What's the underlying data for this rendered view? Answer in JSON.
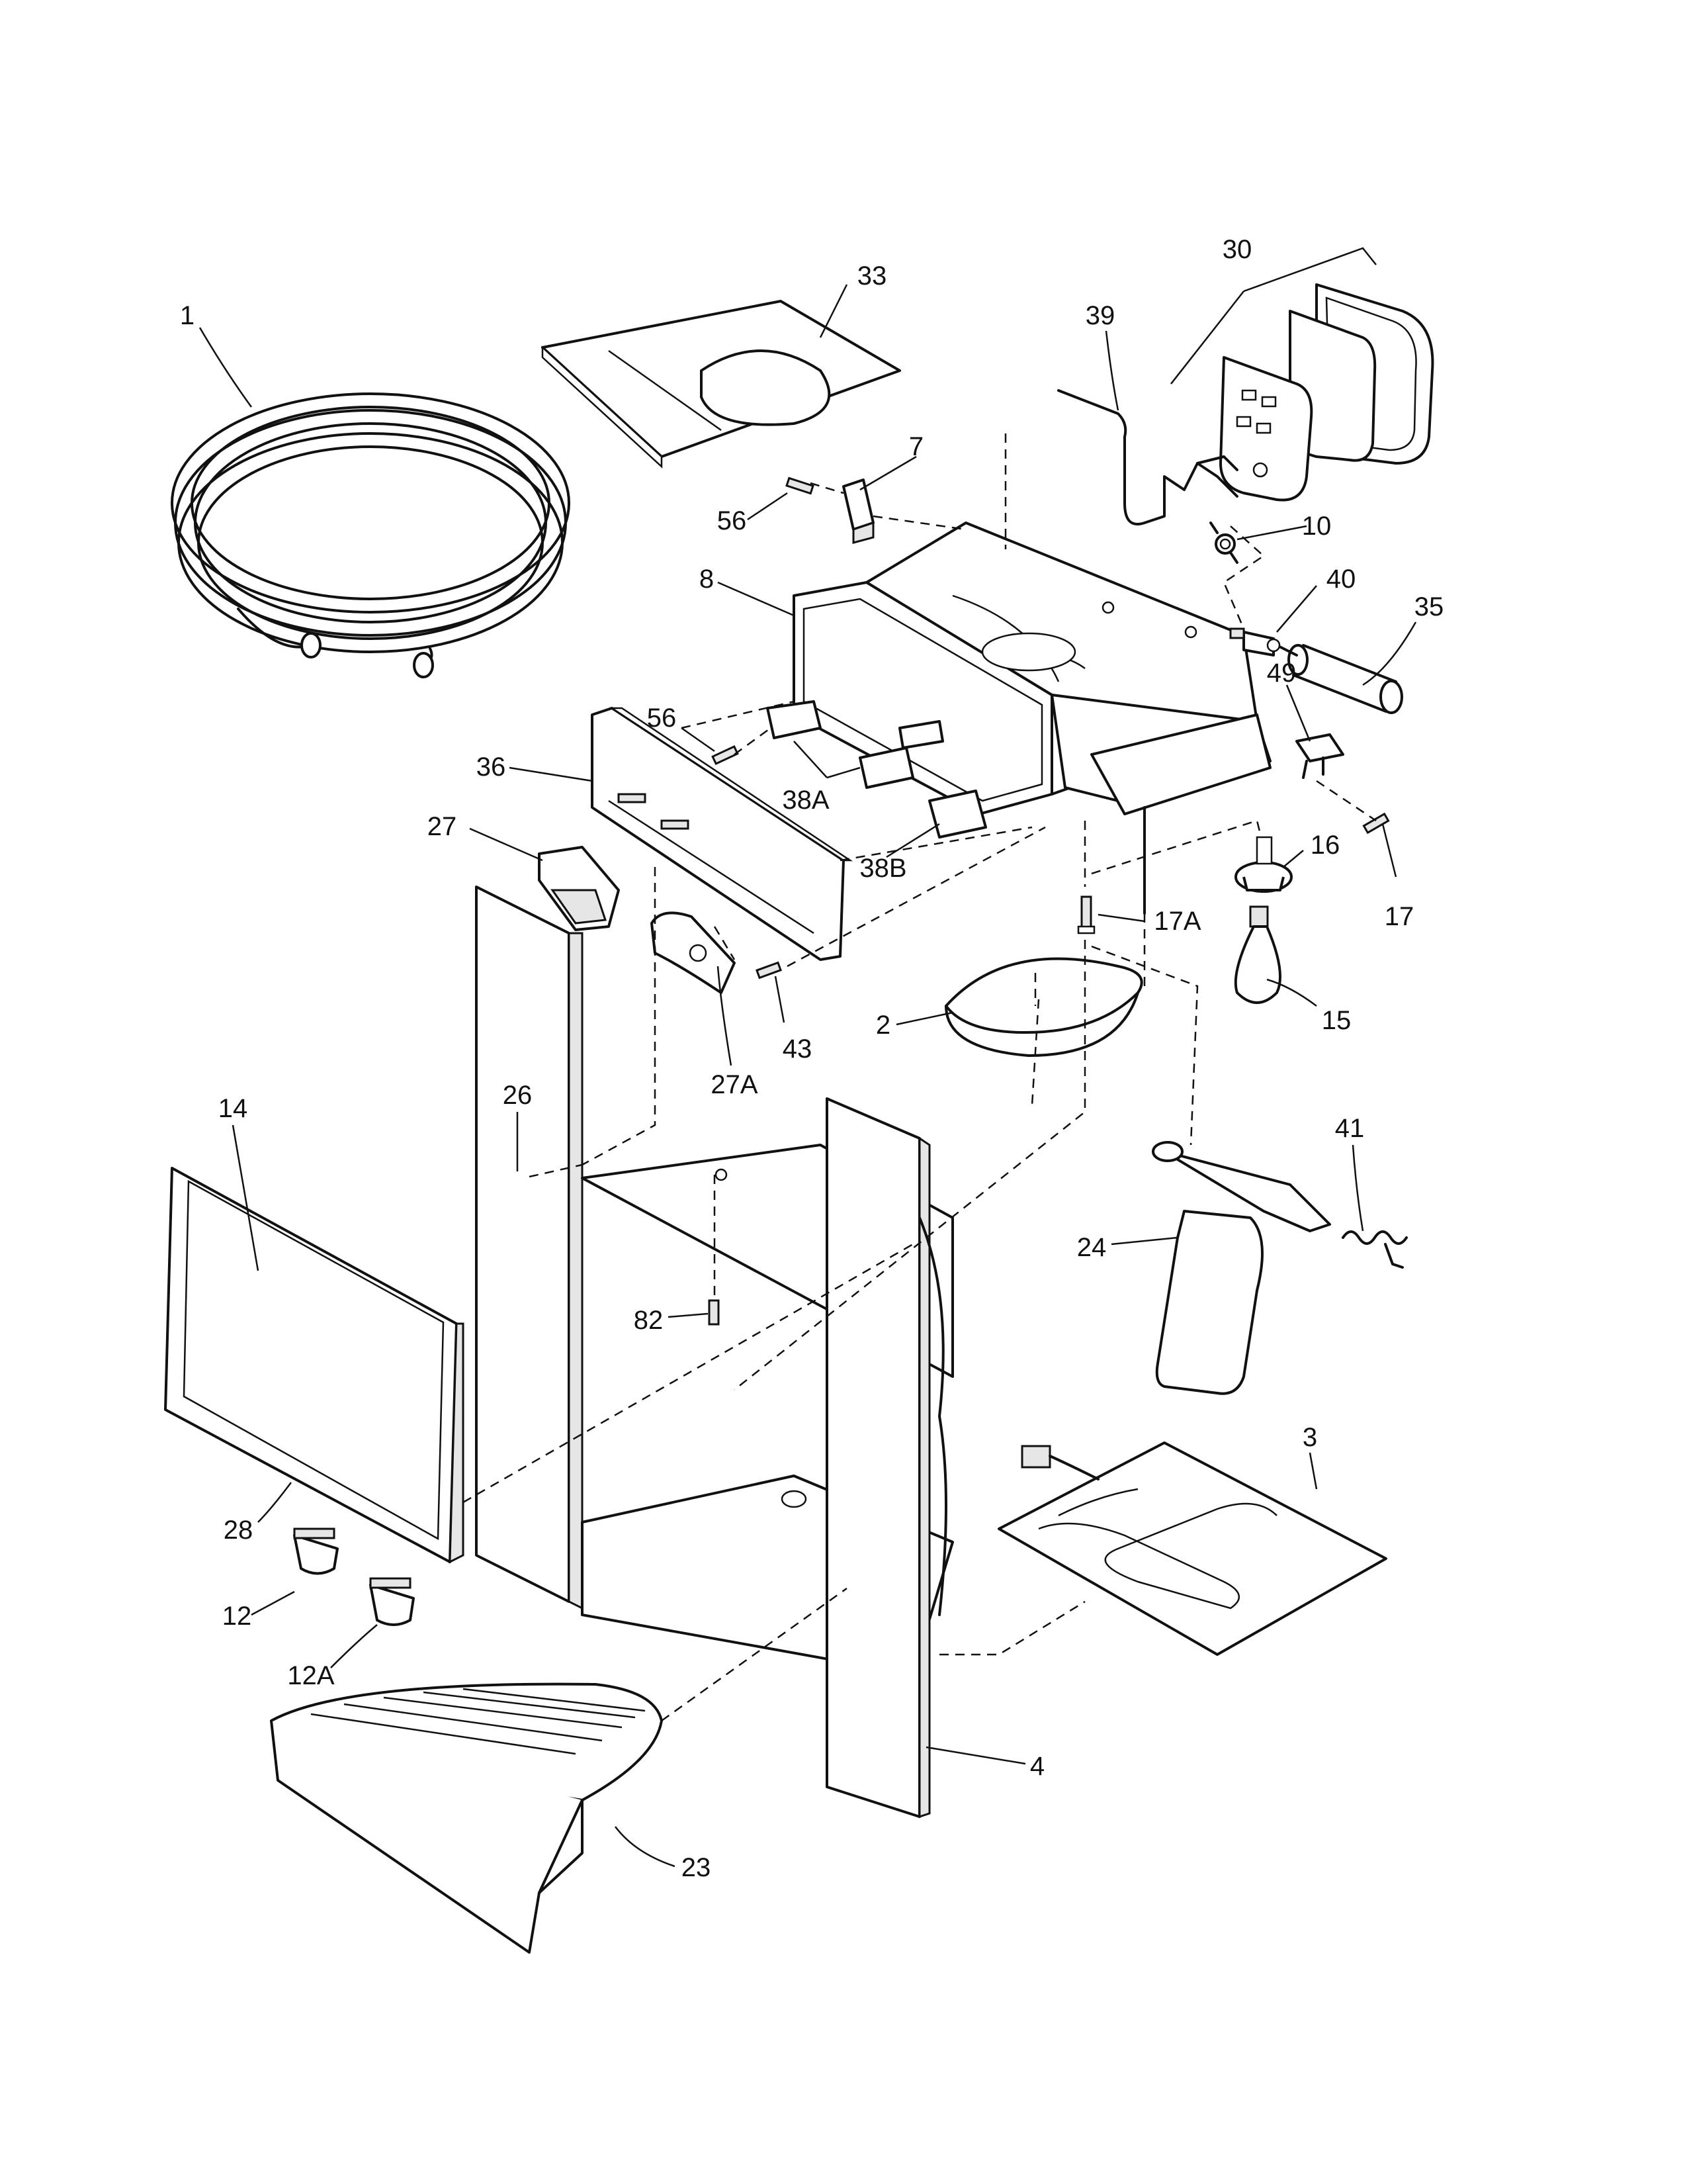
{
  "callouts": [
    {
      "id": "c1",
      "label": "1"
    },
    {
      "id": "c33",
      "label": "33"
    },
    {
      "id": "c39",
      "label": "39"
    },
    {
      "id": "c30",
      "label": "30"
    },
    {
      "id": "c7",
      "label": "7"
    },
    {
      "id": "c56a",
      "label": "56"
    },
    {
      "id": "c10",
      "label": "10"
    },
    {
      "id": "c8",
      "label": "8"
    },
    {
      "id": "c40",
      "label": "40"
    },
    {
      "id": "c35",
      "label": "35"
    },
    {
      "id": "c49",
      "label": "49"
    },
    {
      "id": "c56b",
      "label": "56"
    },
    {
      "id": "c36",
      "label": "36"
    },
    {
      "id": "c38a",
      "label": "38A"
    },
    {
      "id": "c27",
      "label": "27"
    },
    {
      "id": "c38b",
      "label": "38B"
    },
    {
      "id": "c16",
      "label": "16"
    },
    {
      "id": "c17",
      "label": "17"
    },
    {
      "id": "c17a",
      "label": "17A"
    },
    {
      "id": "c43",
      "label": "43"
    },
    {
      "id": "c2",
      "label": "2"
    },
    {
      "id": "c15",
      "label": "15"
    },
    {
      "id": "c14",
      "label": "14"
    },
    {
      "id": "c26",
      "label": "26"
    },
    {
      "id": "c27a",
      "label": "27A"
    },
    {
      "id": "c41",
      "label": "41"
    },
    {
      "id": "c24",
      "label": "24"
    },
    {
      "id": "c82",
      "label": "82"
    },
    {
      "id": "c3",
      "label": "3"
    },
    {
      "id": "c28",
      "label": "28"
    },
    {
      "id": "c12",
      "label": "12"
    },
    {
      "id": "c12a",
      "label": "12A"
    },
    {
      "id": "c4",
      "label": "4"
    },
    {
      "id": "c23",
      "label": "23"
    }
  ]
}
